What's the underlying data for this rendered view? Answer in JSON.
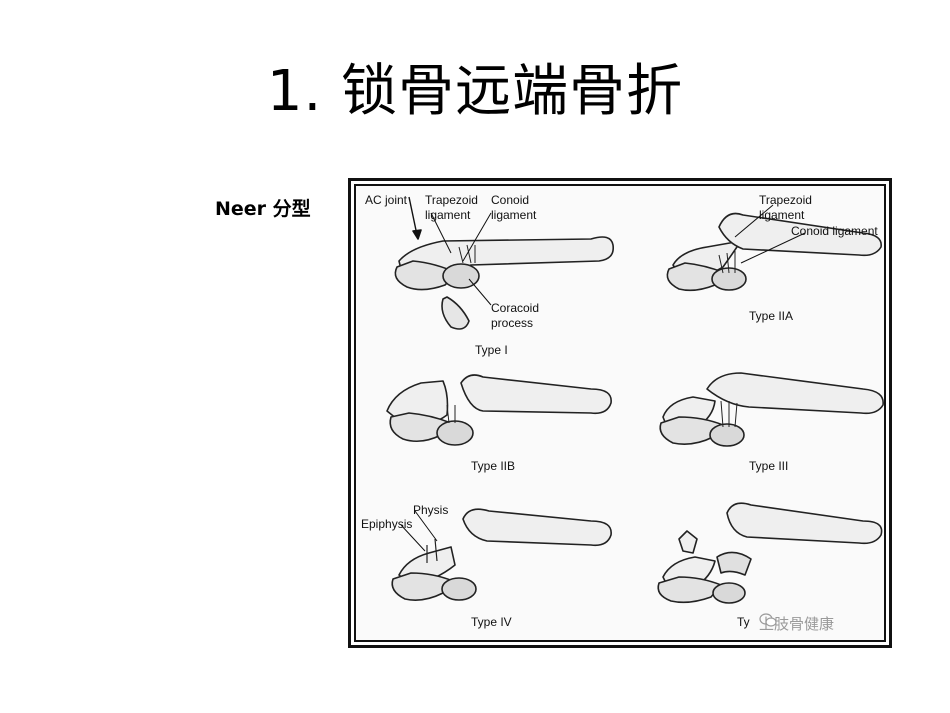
{
  "slide": {
    "title": "1. 锁骨远端骨折",
    "subtitle": "Neer 分型"
  },
  "figure": {
    "panels": [
      {
        "id": "type-i",
        "title": "Type I"
      },
      {
        "id": "type-iia",
        "title": "Type IIA"
      },
      {
        "id": "type-iib",
        "title": "Type IIB"
      },
      {
        "id": "type-iii",
        "title": "Type III"
      },
      {
        "id": "type-iv",
        "title": "Type IV"
      },
      {
        "id": "type-v",
        "title": "Ty"
      }
    ],
    "labels": {
      "ac_joint": "AC joint",
      "trapezoid_1": "Trapezoid",
      "ligament_1": "ligament",
      "conoid_1": "Conoid",
      "ligament_2": "ligament",
      "coracoid_1": "Coracoid",
      "process_1": "process",
      "trapezoid_2": "Trapezoid",
      "ligament_3": "ligament",
      "conoid_ligament": "Conoid ligament",
      "physis": "Physis",
      "epiphysis": "Epiphysis"
    },
    "watermark": "上肢骨健康"
  }
}
